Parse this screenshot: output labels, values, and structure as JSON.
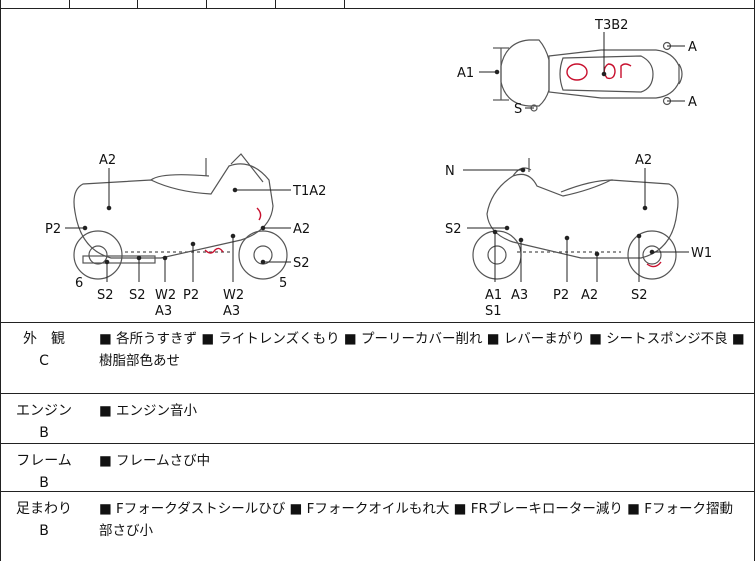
{
  "diagram": {
    "top_view": {
      "labels": {
        "t3b2": "T3B2",
        "a_right_top": "A",
        "a_right_bottom": "A",
        "a1": "A1",
        "s": "S"
      }
    },
    "left_view": {
      "labels": {
        "a2_top": "A2",
        "t1a2": "T1A2",
        "p2_side": "P2",
        "a2_front": "A2",
        "s2_front": "S2",
        "num6": "6",
        "num5": "5",
        "s2_bl1": "S2",
        "s2_bl2": "S2",
        "w2_a3_left_w": "W2",
        "w2_a3_left_a": "A3",
        "p2_bottom": "P2",
        "w2_a3_right_w": "W2",
        "w2_a3_right_a": "A3"
      }
    },
    "right_view": {
      "labels": {
        "n": "N",
        "a2_top": "A2",
        "s2_side": "S2",
        "w1": "W1",
        "a1s1_a": "A1",
        "a1s1_s": "S1",
        "a3": "A3",
        "p2": "P2",
        "a2_bottom": "A2",
        "s2_bottom": "S2"
      }
    }
  },
  "sections": [
    {
      "label_line1": "外　観",
      "label_line2": "C",
      "notes_text": "■ 各所うすきず ■ ライトレンズくもり ■ プーリーカバー削れ ■ レバーまがり ■ シートスポンジ不良 ■ 樹脂部色あせ"
    },
    {
      "label_line1": "エンジン",
      "label_line2": "B",
      "notes_text": "■ エンジン音小"
    },
    {
      "label_line1": "フレーム",
      "label_line2": "B",
      "notes_text": "■ フレームさび中"
    },
    {
      "label_line1": "足まわり",
      "label_line2": "B",
      "notes_text": "■ Fフォークダストシールひび ■ Fフォークオイルもれ大 ■ FRブレーキローター減り ■ Fフォーク摺動部さび小"
    }
  ],
  "colors": {
    "line": "#222222",
    "outline": "#555555",
    "mark_red": "#c8102e"
  }
}
